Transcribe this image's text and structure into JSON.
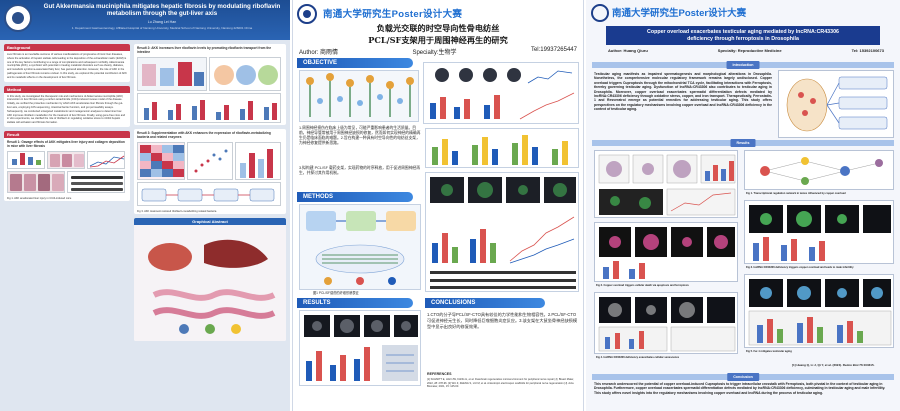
{
  "poster1": {
    "title": "Gut Akkermansia muciniphila mitigates hepatic fibrosis by modulating riboflavin metabolism through the gut-liver axis",
    "authors": "Lu Zhang                Lei Han",
    "affiliation": "1. Department Gastroenterology, Affiliated Hospital of Nantong University, Medical School of Nantong University, Nantong 226001 China",
    "sections": {
      "background": "Background",
      "method": "Method",
      "result": "Result"
    },
    "background_text": "Liver fibrosis is an inevitable outcome of various manifestations of progressive chronic liver diseases, where the activation of hepatic stellate cells leading to the deposition of the extracellular matrix (ECM) is one of the key factors contributing to a range of complications and subsequent morbidity. Akkermansia muciniphila (AKK), a symbiotic with potential in treating metabolic disorders such as obesity, diabetes, and metabolic syndrome-associated fatty liver, has garnered attention. However, the role of AKK in the pathogenesis of liver fibrosis remains unclear. In this study, we explored the potential contribution of AKK and its metabolic effects on the development of liver fibrosis.",
    "method_text": "In this study, we investigated the therapeutic role and mechanisms of Akkermansia muciniphila (AKK) intervention in liver fibrosis using a carbon tetrachloride (CCl4)-induced mouse model of the disease. Initially, we verified the protective mechanism by which AKK ameliorates liver fibrosis through the gut-liver axis, employing 16S sequencing, intestinal barrier function, and gut permeability assays. Subsequently, we conducted untargeted metabolomic and metagenomic analyses to determine how AKK improves riboflavin metabolism for the treatment of liver fibrosis. Finally, using gene-free mice and in vitro experiments, we clarified the role of riboflavin in regulating oxidative stress to inhibit hepatic stellate cell activation and fibrosis formation.",
    "result1_caption": "Result 1: Gavage effects of AKK mitigates liver injury and collagen deposition in mice with liver fibrosis",
    "result2_caption": "Result 2: AKK increases liver riboflavin levels by promoting riboflavin transport from the intestine",
    "result3_caption": "Result 3: Supplementation with AKK enhances the expression of riboflavin-metabolizing bacteria and related enzymes",
    "graph_abstract": "Graphical Abstract",
    "fig_caption_a": "Fig 1. AKK ameliorated liver injury in CCl4-induced mice",
    "fig_caption_b": "Fig 3. AKK treatment restored riboflavin-metabolizing related bacteria"
  },
  "poster2": {
    "brand": "南通大学研究生Poster设计大赛",
    "title_line1": "负载光交联的时空导向性骨电纺丝",
    "title_line2": "PCL/SF支架用于周围神经再生的研究",
    "author": "Author: 商雨情",
    "specialty": "Specialty:生物学",
    "tel": "Tel:19937265447",
    "sections": {
      "objective": "OBJECTIVE",
      "methods": "METHODS",
      "results": "RESULTS",
      "conclusions": "CONCLUSIONS",
      "references": "REFERENCES"
    },
    "objective_text": "1.周围神经损伤在临床上极为常见，可能严重影响患者的生活质量。目前，神经导管常被用于周围神经缺损的修复，然而如何实现神经的精确再生仍是临床面临的难题。2.旨在构建一种具有时空导向性的电纺丝支架，为神经修复提供新思路。",
    "objective_text_2": "3.拟构建 PCL/SF 载药支架，实现药物的时序释放，用于促进周围神经再生，并探讨其作用机制。",
    "conclusions_text": "1.CTO的分子导PCL/SF-CTO具有较佳的力学性能和生物相容性。2.PCL/SF-CTO可促进神经元生长，同时降低巨噬细胞炎症反应。3.该支架在大鼠坐骨神经缺损模型中显示出良好的修复效果。",
    "methods_caption": "图1 PCL/SF载药的纤维形貌表征",
    "references_text": "[1] SCHMITT E, HAN JW, KANG H, et al. Dual-brain regenerative microenvironment for peripheral nerve repair [J]. Bioact Mater, 2022, 28: 278-96. [2] WU Z, ZHENG S, LIU M, et al. Anisotropic electrospun scaffolds for peripheral nerve regeneration [J]. Acta Biomater, 2021, 15: 145-63."
  },
  "poster3": {
    "brand": "南通大学研究生Poster设计大赛",
    "title_main": "Copper overload exacerbates testicular aging mediated by lncRNA:CR43306",
    "title_sub": "deficiency through ferroptosis in Drosophila",
    "author": "Author:  Huang Qiuru",
    "specialty": "Specialty: Reproductive Medicine",
    "tel": "Tel: 15392100673",
    "sections": {
      "introduction": "Introduction",
      "results": "Results",
      "conclusion": "Conclusion"
    },
    "intro_text": "Testicular aging manifests as impaired spermatogenesis and morphological alterations in Drosophila. Nonetheless, the comprehensive molecular regulatory framework remains largely undisclosed. Copper overload triggers Cuproptosis through the mitochondrial TCA cycle, facilitating interactions with Ferroptosis, thereby governing testicular aging. Dysfunction of lncRNA:CR43306 also contributes to testicular aging in Drosophila. Moreover, copper overload exacerbates spermatid differentiation defects mediated by lncRNA:CR43306 deficiency through oxidative stress, copper, and iron transport. Therapeutically, Ferrostatin-1 and Resveratrol emerge as potential remedies for addressing testicular aging. This study offers perspectives on the regulatory mechanisms involving copper overload and lncRNA:CR43306 deficiency in the context of testicular aging.",
    "fig_captions": [
      "Fig 1. Transcriptional regulation network in testes influenced by copper overload",
      "Fig 2. Copper overload triggers cellular death via apoptosis and ferroptosis",
      "Fig 3. lncRNA:CR43306 deficiency triggers copper overload and leads to male infertility",
      "Fig 4. lncRNA:CR43306 deficiency exacerbates cellular senescence",
      "Fig 5. Fer-1 mitigates testicular aging"
    ],
    "references_text": "[1] Huang Q, Li J, Qi Y, et al. (2024). Redox Biol 76:103315.",
    "conclusion_text": "This research underscored the potential of copper overload-induced Cuproptosis to trigger intracellular crosstalk with Ferroptosis, both pivotal in the context of testicular aging in Drosophila. Furthermore, copper overload exacerbates spermatid differentiation defects mediated by lncRNA:CR43306 deficiency, culminating in testicular aging and male infertility. This study offers novel insights into the regulatory mechanisms involving copper overload and lncRNA during the process of testicular aging."
  },
  "colors": {
    "poster1_header": "#2a64b4",
    "poster1_section": "#c8364a",
    "poster2_brand": "#1f6fd1",
    "poster3_title": "#1a3b8f"
  }
}
